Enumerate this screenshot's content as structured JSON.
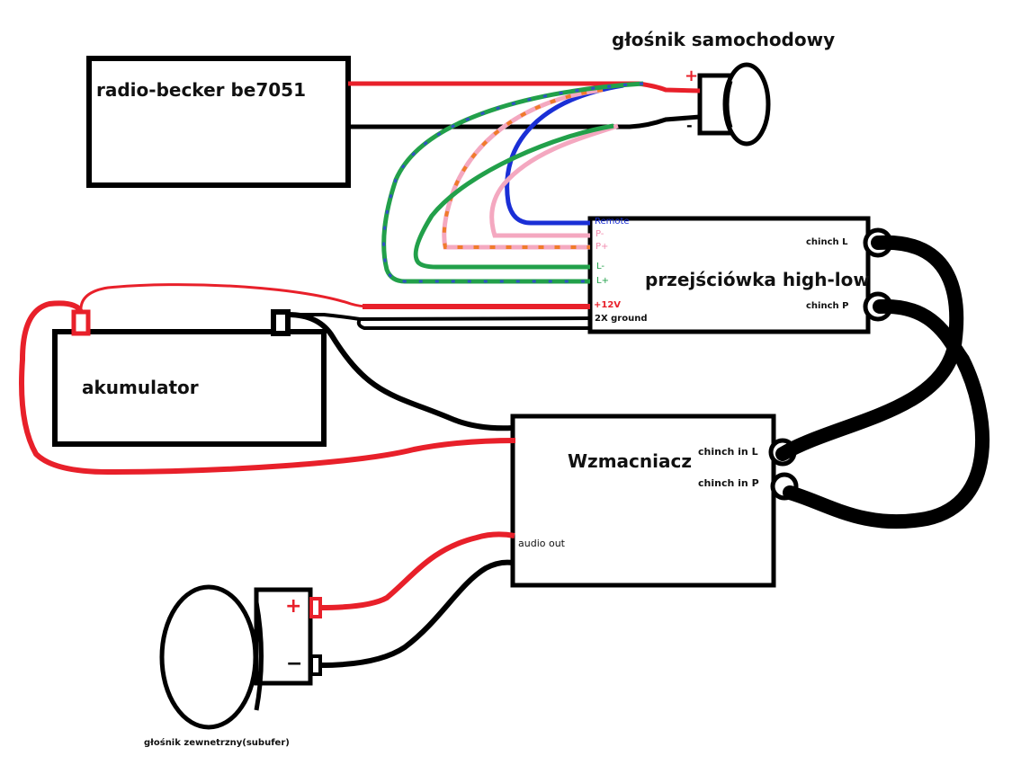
{
  "diagram": {
    "title": "Car audio wiring: radio → high-low converter → amplifier → subwoofer",
    "components": {
      "radio": {
        "label": "radio-becker be7051"
      },
      "car_speaker": {
        "label": "głośnik samochodowy",
        "plus": "+",
        "minus": "-"
      },
      "converter": {
        "label": "przejściówka high-low",
        "pins": [
          "Remote",
          "P-",
          "P+",
          "L-",
          "L+",
          "+12V",
          "2X ground"
        ],
        "outputs": [
          "chinch L",
          "chinch P"
        ]
      },
      "battery": {
        "label": "akumulator"
      },
      "amplifier": {
        "label": "Wzmacniacz",
        "inputs": [
          "chinch in L",
          "chinch in P"
        ],
        "output": "audio out"
      },
      "subwoofer": {
        "label": "głośnik zewnetrzny(subufer)",
        "plus": "+",
        "minus": "−"
      }
    },
    "wire_colors": {
      "power": "#e8202a",
      "ground": "#000000",
      "remote": "#1a2fd6",
      "pink": "#f4a8c0",
      "green": "#22a04a",
      "orange_stripe": "#f07b2a",
      "blue_stripe": "#3050c8",
      "pin_remote": "#1a2fd6",
      "pin_p": "#f08cae",
      "pin_l": "#22a04a",
      "pin_12v": "#e8202a"
    }
  }
}
